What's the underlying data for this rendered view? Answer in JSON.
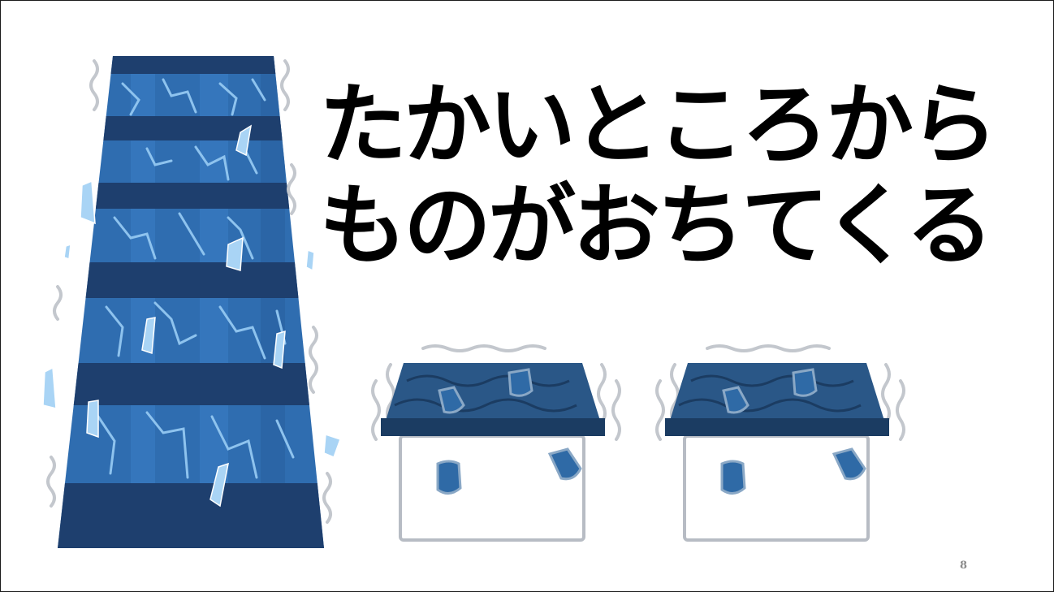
{
  "slide": {
    "title_line1": "たかいところから",
    "title_line2": "ものがおちてくる",
    "page_number": "8"
  },
  "illustrations": [
    {
      "icon": "cracking-building-icon"
    },
    {
      "icon": "shaking-house-icon"
    },
    {
      "icon": "shaking-house-icon"
    }
  ],
  "colors": {
    "building_body": "#2f6db0",
    "building_dark": "#1e3f6e",
    "crack": "#8ec3ee",
    "roof": "#2a5787",
    "roof_dark": "#1b3c62",
    "house_outline": "#b7bcc4",
    "shake_lines": "#c3c7cd"
  }
}
